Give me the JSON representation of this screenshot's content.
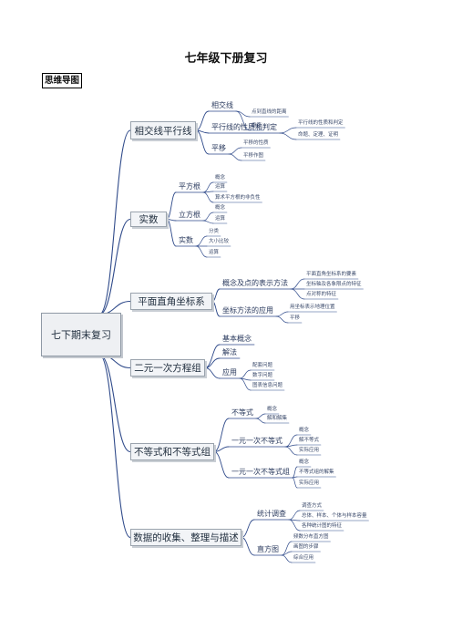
{
  "title": "七年级下册复习",
  "section_label": "思维导图",
  "mindmap": {
    "root": "七下期末复习",
    "branches": [
      {
        "label": "相交线平行线",
        "children": [
          {
            "label": "相交线",
            "items": [
              "垂直",
              "点到直线的距离"
            ]
          },
          {
            "label": "平行线的性质和判定",
            "items": [
              "平行线的性质和判定",
              "命题、定理、证明"
            ]
          },
          {
            "label": "平移",
            "items": [
              "平移的性质",
              "平移作图"
            ]
          }
        ]
      },
      {
        "label": "实数",
        "children": [
          {
            "label": "平方根",
            "items": [
              "概念",
              "运算",
              "算术平方根的非负性"
            ]
          },
          {
            "label": "立方根",
            "items": [
              "概念",
              "运算"
            ]
          },
          {
            "label": "实数",
            "items": [
              "分类",
              "大小比较",
              "运算"
            ]
          }
        ]
      },
      {
        "label": "平面直角坐标系",
        "children": [
          {
            "label": "概念及点的表示方法",
            "items": [
              "平面直角坐标系的要素",
              "坐标轴及各象限点的特征",
              "点对称的特征"
            ]
          },
          {
            "label": "坐标方法的应用",
            "items": [
              "用坐标表示地理位置",
              "平移"
            ]
          }
        ]
      },
      {
        "label": "二元一次方程组",
        "children": [
          {
            "label": "基本概念",
            "items": []
          },
          {
            "label": "解法",
            "items": []
          },
          {
            "label": "应用",
            "items": [
              "配套问题",
              "数字问题",
              "图表信息问题"
            ]
          }
        ]
      },
      {
        "label": "不等式和不等式组",
        "children": [
          {
            "label": "不等式",
            "items": [
              "概念",
              "解和解集"
            ]
          },
          {
            "label": "一元一次不等式",
            "items": [
              "概念",
              "解不等式",
              "实际应用"
            ]
          },
          {
            "label": "一元一次不等式组",
            "items": [
              "概念",
              "不等式组的解集",
              "实际应用"
            ]
          }
        ]
      },
      {
        "label": "数据的收集、整理与描述",
        "children": [
          {
            "label": "统计调查",
            "items": [
              "调查方式",
              "总体、样本、个体与样本容量",
              "各种统计图的特征"
            ]
          },
          {
            "label": "直方图",
            "items": [
              "频数分布直方图",
              "画图的步骤",
              "综合应用"
            ]
          }
        ]
      }
    ]
  }
}
